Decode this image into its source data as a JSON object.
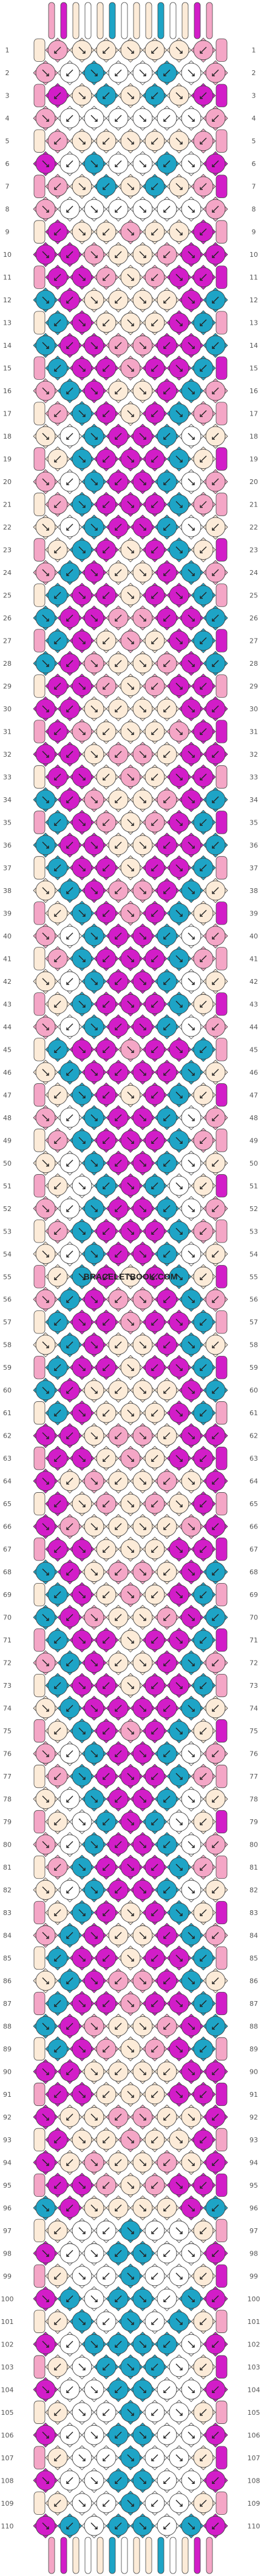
{
  "pattern": {
    "rows": 110,
    "knots_per_row_odd": 7,
    "knots_per_row_even": 8,
    "colors": {
      "A": "#f4a6c6",
      "B": "#ffffff",
      "C": "#fcebd8",
      "D": "#1ea4c6",
      "E": "#d21dc8"
    },
    "outline": "#444444",
    "strand_order": [
      "A",
      "E",
      "C",
      "B",
      "C",
      "D",
      "B",
      "C",
      "C",
      "D",
      "B",
      "C",
      "E",
      "A"
    ]
  },
  "row_numbers": [
    "1",
    "2",
    "3",
    "4",
    "5",
    "6",
    "7",
    "8",
    "9",
    "10",
    "11",
    "12",
    "13",
    "14",
    "15",
    "16",
    "17",
    "18",
    "19",
    "20",
    "21",
    "22",
    "23",
    "24",
    "25",
    "26",
    "27",
    "28",
    "29",
    "30",
    "31",
    "32",
    "33",
    "34",
    "35",
    "36",
    "37",
    "38",
    "39",
    "40",
    "41",
    "42",
    "43",
    "44",
    "45",
    "46",
    "47",
    "48",
    "49",
    "50",
    "51",
    "52",
    "53",
    "54",
    "55",
    "56",
    "57",
    "58",
    "59",
    "60",
    "61",
    "62",
    "63",
    "64",
    "65",
    "66",
    "67",
    "68",
    "69",
    "70",
    "71",
    "72",
    "73",
    "74",
    "75",
    "76",
    "77",
    "78",
    "79",
    "80",
    "81",
    "82",
    "83",
    "84",
    "85",
    "86",
    "87",
    "88",
    "89",
    "90",
    "91",
    "92",
    "93",
    "94",
    "95",
    "96",
    "97",
    "98",
    "99",
    "100",
    "101",
    "102",
    "103",
    "104",
    "105",
    "106",
    "107",
    "108",
    "109",
    "110"
  ],
  "watermark": "BRACELETBOOK.COM"
}
